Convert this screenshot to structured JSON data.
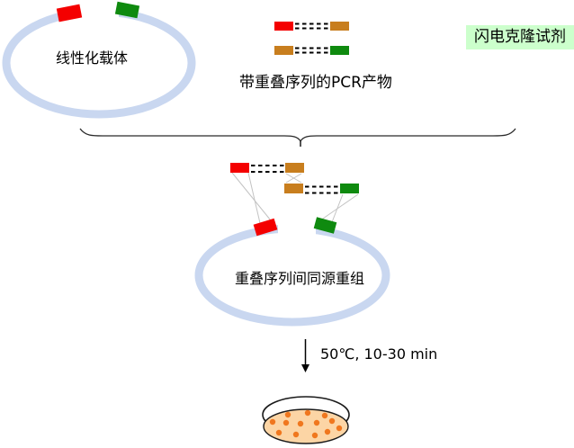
{
  "stage_top": {
    "vector_label": "线性化载体",
    "pcr_label": "带重叠序列的PCR产物",
    "reagent_label": "闪电克隆试剂"
  },
  "stage_middle": {
    "recombination_label": "重叠序列间同源重组"
  },
  "stage_bottom": {
    "condition_label": "50℃, 10-30 min",
    "colony_count": 13
  },
  "colors": {
    "vector_ring": "#c9d7f0",
    "fragment_red": "#f40000",
    "fragment_green": "#0f8a0f",
    "fragment_orange": "#c87e1e",
    "reagent_box_bg": "#ccffcc",
    "connector_line": "#c3c3c3",
    "brace_stroke": "#2a2a2a",
    "agar_fill": "#fcd5a5",
    "colony_fill": "#f0771e"
  }
}
